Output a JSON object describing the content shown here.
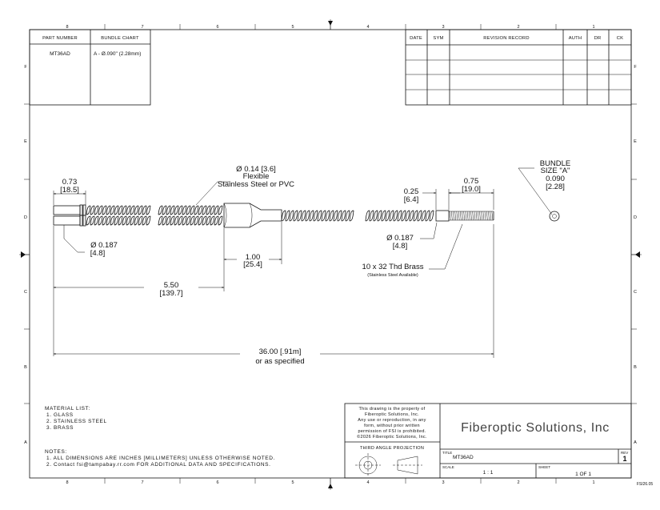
{
  "border": {
    "top_zones": [
      "8",
      "7",
      "6",
      "5",
      "4",
      "3",
      "2",
      "1"
    ],
    "bottom_zones": [
      "8",
      "7",
      "6",
      "5",
      "4",
      "3",
      "2",
      "1"
    ],
    "side_zones": [
      "F",
      "E",
      "D",
      "C",
      "B",
      "A"
    ]
  },
  "part_table": {
    "header_part": "PART NUMBER",
    "header_bundle": "BUNDLE CHART",
    "part_number": "MT36AD",
    "bundle_value": "A - Ø.090\" (2.28mm)"
  },
  "revision_table": {
    "headers": [
      "DATE",
      "SYM",
      "REVISION RECORD",
      "AUTH",
      "DR",
      "CK"
    ]
  },
  "dimensions": {
    "tip_length": "0.73",
    "tip_length_mm": "[18.5]",
    "flex_dia": "Ø 0.14 [3.6]",
    "flex_line1": "Flexible",
    "flex_line2": "Stainless Steel or PVC",
    "ferrule_dia": "Ø 0.187",
    "ferrule_dia_mm": "[4.8]",
    "junction_len": "1.00",
    "junction_len_mm": "[25.4]",
    "leg_len": "5.50",
    "leg_len_mm": "[139.7]",
    "total_len": "36.00 [.91m]",
    "total_len_note": "or as specified",
    "collar_len": "0.25",
    "collar_len_mm": "[6.4]",
    "thread_len": "0.75",
    "thread_len_mm": "[19.0]",
    "end_dia": "Ø 0.187",
    "end_dia_mm": "[4.8]",
    "thread_spec": "10 x 32 Thd Brass",
    "thread_note": "(Stainless Steel Available)",
    "bundle_label1": "BUNDLE",
    "bundle_label2": "SIZE \"A\"",
    "bundle_size": "0.090",
    "bundle_size_mm": "[2.28]"
  },
  "materials": {
    "title": "MATERIAL LIST:",
    "items": [
      "1.   GLASS",
      "2.   STAINLESS STEEL",
      "3.   BRASS"
    ]
  },
  "notes": {
    "title": "NOTES:",
    "items": [
      "1.   ALL DIMENSIONS ARE INCHES [MILLIMETERS] UNLESS OTHERWISE NOTED.",
      "2.   Contact fsi@tampabay.rr.com FOR ADDITIONAL DATA AND SPECIFICATIONS."
    ]
  },
  "title_block": {
    "property_lines": [
      "This drawing is the property of",
      "Fiberoptic Solutions, Inc.",
      "Any use or reproduction, in any",
      "form, without prior written",
      "permission of FSI is prohibited.",
      "©2026 Fiberoptic Solutions, Inc."
    ],
    "projection": "THIRD ANGLE PROJECTION",
    "company": "Fiberoptic Solutions, Inc",
    "title_label": "TITLE",
    "title_value": "MT36AD",
    "rev_label": "REV",
    "rev_value": "1",
    "scale_label": "SCALE",
    "scale_value": "1 : 1",
    "sheet_label": "SHEET",
    "sheet_value": "1  OF 1",
    "form_code": "FSI26.05"
  }
}
